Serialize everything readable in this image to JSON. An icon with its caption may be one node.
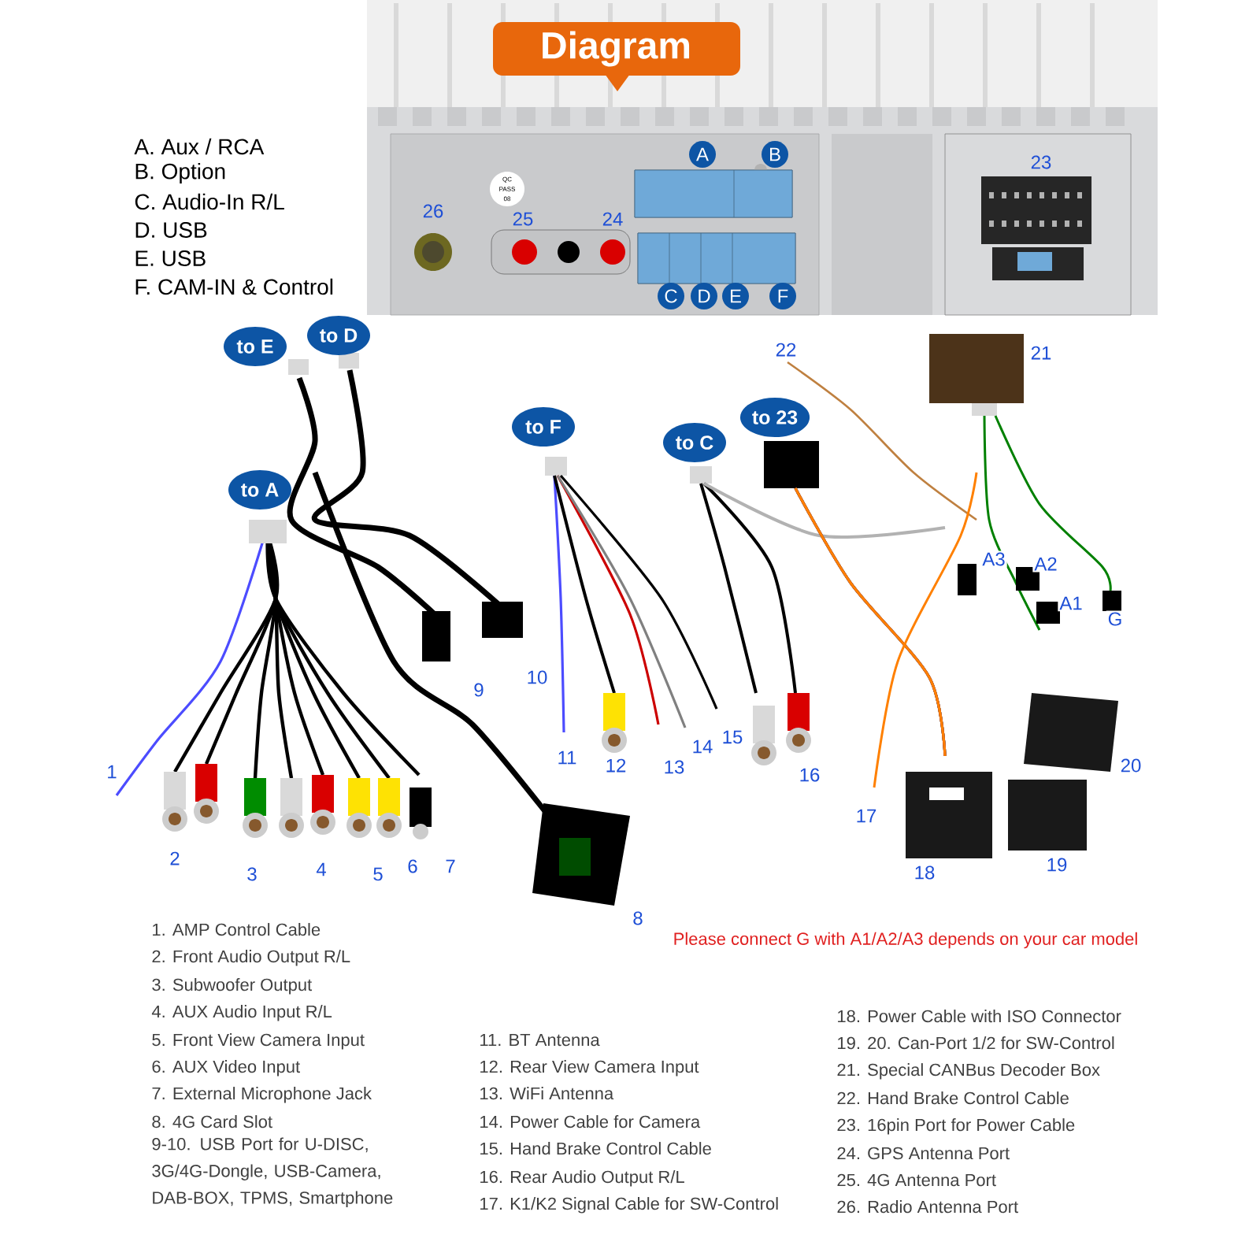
{
  "diagram": {
    "title": "Diagram",
    "nodes": [
      {
        "text": [
          "A"
        ]
      },
      {
        "text": [
          "B"
        ]
      },
      {
        "text": [
          "C"
        ]
      },
      {
        "text": [
          "D"
        ]
      },
      {
        "text": [
          "E"
        ]
      },
      {
        "text": [
          "F"
        ]
      },
      {
        "text": [
          "to E"
        ]
      },
      {
        "text": [
          "to D"
        ]
      },
      {
        "text": [
          "to F"
        ]
      },
      {
        "text": [
          "to C"
        ]
      },
      {
        "text": [
          "to 23"
        ]
      },
      {
        "text": [
          "to A"
        ]
      }
    ],
    "labels": [
      "A. Aux / RCA",
      "B. Option",
      "C. Audio-In R/L",
      "D. USB",
      "E. USB",
      "F. CAM-IN & Control",
      "QC PASS 08",
      "26",
      "25",
      "24",
      "23",
      "22",
      "21",
      "A3",
      "A2",
      "A1",
      "G",
      "9",
      "10",
      "1",
      "11",
      "12",
      "13",
      "14",
      "15",
      "16",
      "17",
      "20",
      "2",
      "3",
      "4",
      "5",
      "6",
      "7",
      "18",
      "19",
      "8",
      "Please connect G with A1/A2/A3 depends on your car model",
      "1. AMP Control Cable",
      "2. Front Audio Output R/L",
      "3. Subwoofer Output",
      "4. AUX Audio Input R/L",
      "5. Front View Camera Input",
      "6. AUX Video Input",
      "7. External Microphone Jack",
      "8. 4G Card Slot",
      "9-10. USB Port for U-DISC, 3G/4G-Dongle, USB-Camera, DAB-BOX, TPMS, Smartphone",
      "11. BT Antenna",
      "12. Rear View Camera Input",
      "13. WiFi Antenna",
      "14. Power Cable for Camera",
      "15. Hand Brake Control Cable",
      "16. Rear Audio Output R/L",
      "17. K1/K2 Signal Cable for SW-Control",
      "18. Power Cable with ISO Connector",
      "19. 20. Can-Port 1/2 for SW-Control",
      "21. Special CANBus Decoder Box",
      "22. Hand Brake Control Cable",
      "23. 16pin Port for Power Cable",
      "24. GPS Antenna Port",
      "25. 4G Antenna Port",
      "26. Radio Antenna Port"
    ]
  }
}
